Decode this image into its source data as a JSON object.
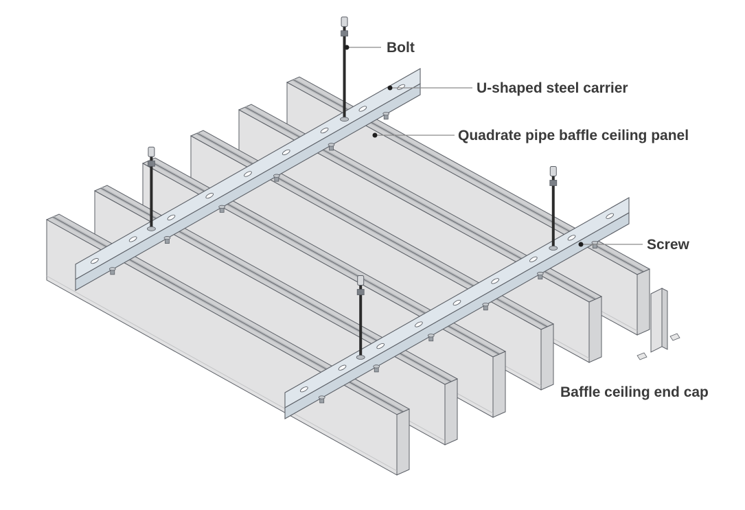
{
  "labels": {
    "bolt": "Bolt",
    "carrier": "U-shaped steel carrier",
    "panel": "Quadrate pipe baffle ceiling panel",
    "screw": "Screw",
    "end_cap": "Baffle ceiling end cap"
  },
  "colors": {
    "panel_front": "#e2e2e3",
    "panel_top": "#cfd0d2",
    "panel_groove": "#b3b5b8",
    "carrier": "#dfe6ec",
    "outline": "#5b5f66",
    "rod": "#2b2b2b",
    "label_text": "#3a3a3a"
  }
}
